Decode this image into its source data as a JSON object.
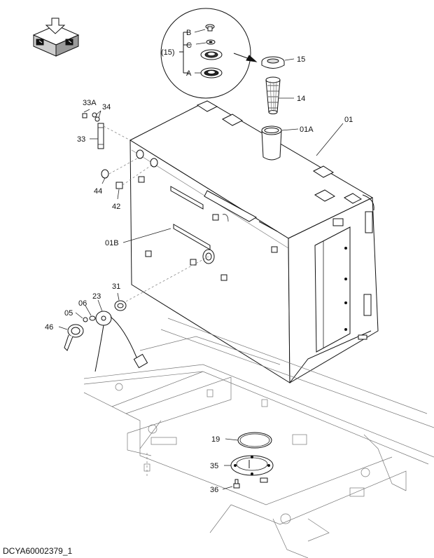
{
  "drawing_id": "DCYA60002379_1",
  "callouts": {
    "p15": "15",
    "p14": "14",
    "p01A": "01A",
    "p01": "01",
    "p33A": "33A",
    "p34": "34",
    "p33": "33",
    "p44": "44",
    "p42": "42",
    "p01B": "01B",
    "p31": "31",
    "p23": "23",
    "p06": "06",
    "p05": "05",
    "p46": "46",
    "p19": "19",
    "p35": "35",
    "p36": "36"
  },
  "inset": {
    "group": "(15)",
    "a": "A",
    "b": "B",
    "c": "C"
  },
  "orientation_icon": "machine-orientation-icon"
}
